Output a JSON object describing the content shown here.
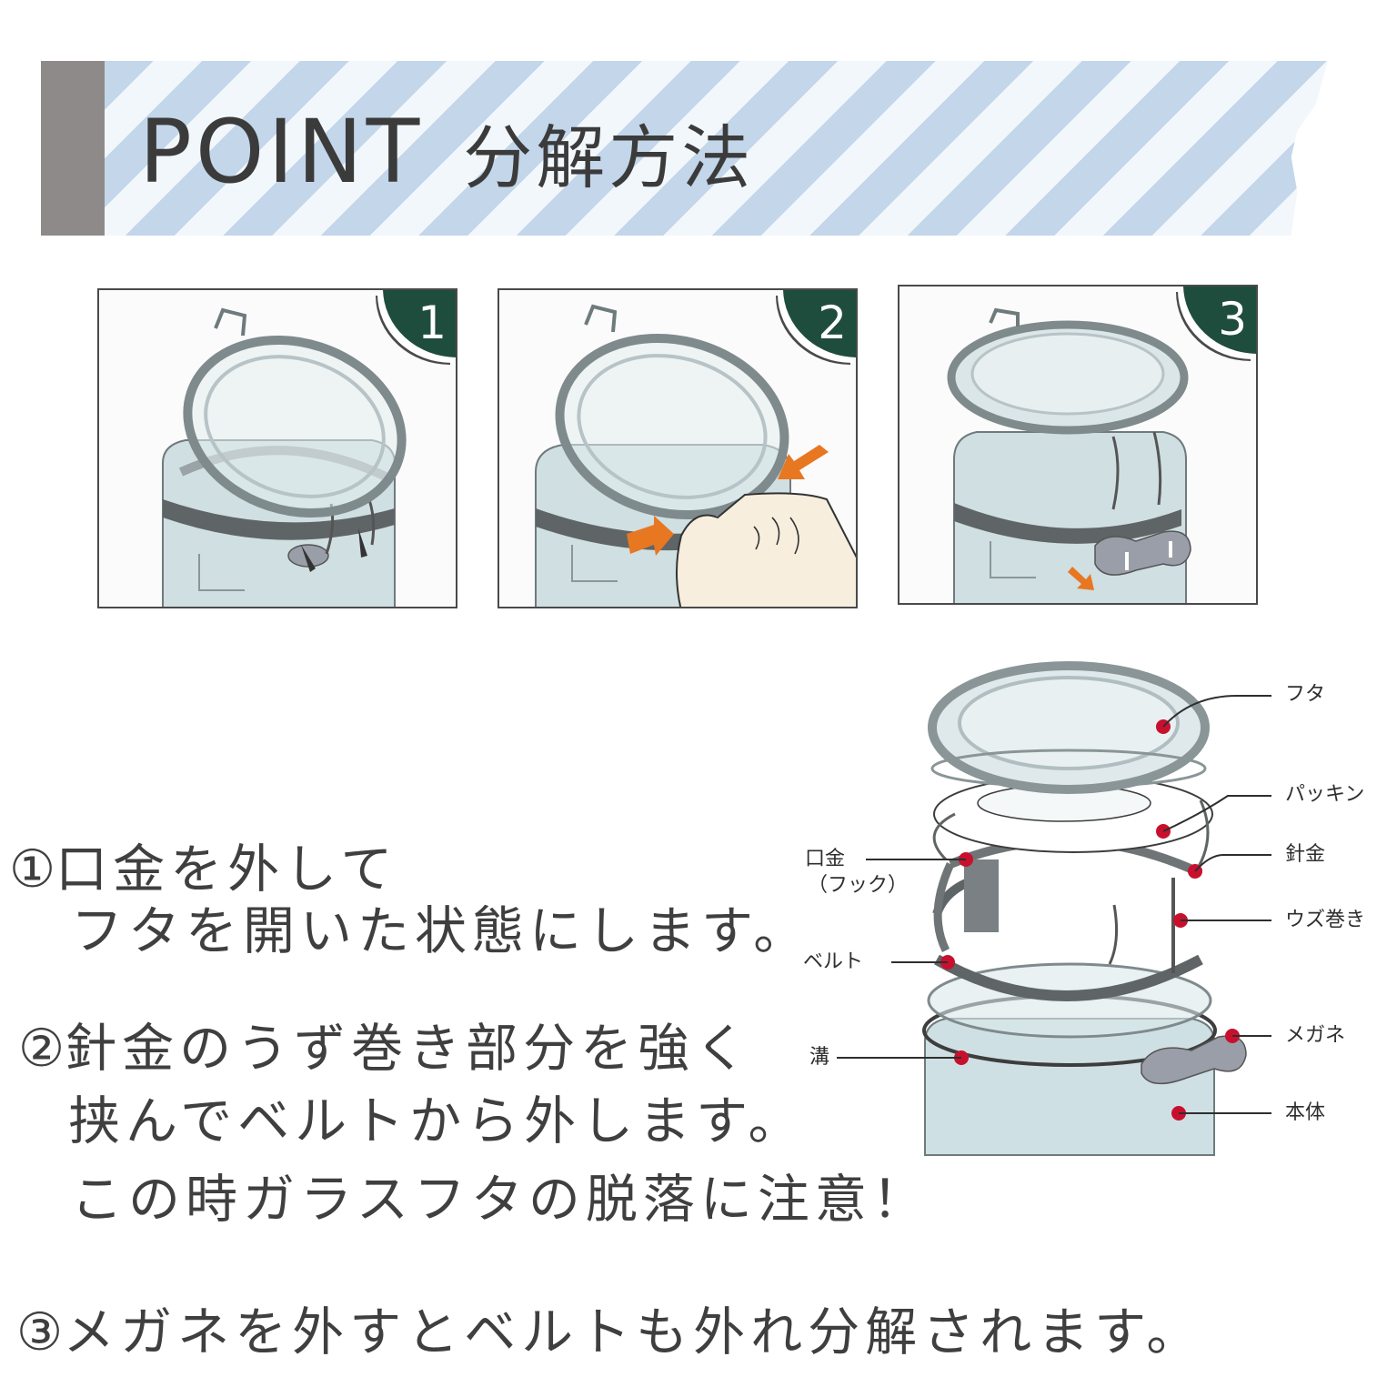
{
  "header": {
    "title_latin": "POINT",
    "title_jp": "分解方法",
    "colors": {
      "bar": "#8f8a8a",
      "stripe_dark": "#c3d6ea",
      "stripe_light": "#f2f7fc",
      "text": "#3b3b3b"
    }
  },
  "steps": [
    {
      "number": "1",
      "illustration": "jar-lid-open"
    },
    {
      "number": "2",
      "illustration": "squeeze-wire-coil",
      "arrow_color": "#e87722"
    },
    {
      "number": "3",
      "illustration": "remove-megane-clasp",
      "arrow_color": "#e87722"
    }
  ],
  "badge_color": "#1f4d3d",
  "instructions": {
    "step1": {
      "marker": "①",
      "lines": [
        "口金を外して",
        "フタを開いた状態にします。"
      ]
    },
    "step2": {
      "marker": "②",
      "lines": [
        "針金のうず巻き部分を強く",
        "挟んでベルトから外します。",
        "この時ガラスフタの脱落に注意！"
      ]
    },
    "step3": {
      "marker": "③",
      "lines": [
        "メガネを外すとベルトも外れ分解されます。"
      ]
    }
  },
  "diagram": {
    "marker_color": "#c8102e",
    "labels_right": [
      "フタ",
      "パッキン",
      "針金",
      "ウズ巻き",
      "メガネ",
      "本体"
    ],
    "labels_left": [
      "口金",
      "（フック）",
      "ベルト",
      "溝"
    ]
  }
}
